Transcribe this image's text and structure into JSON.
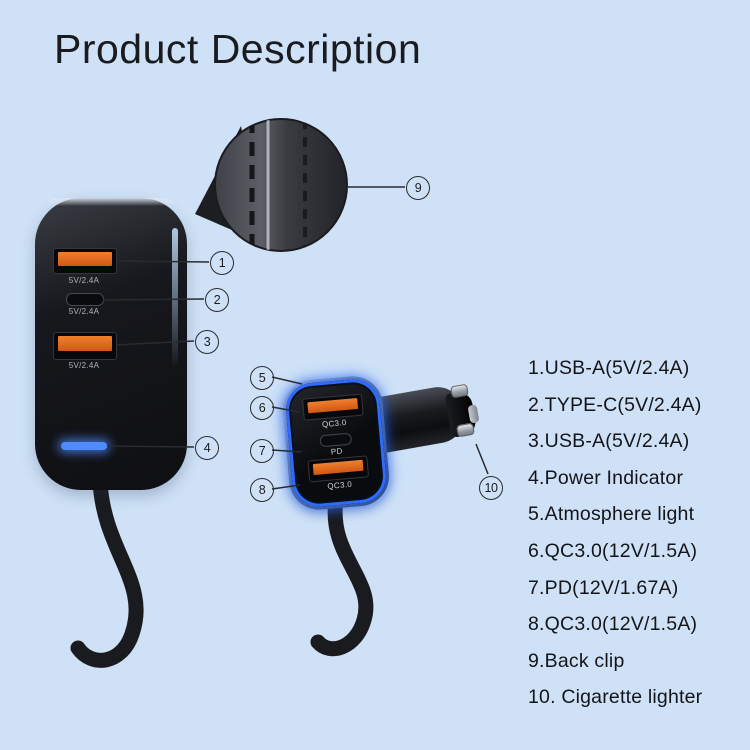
{
  "title": "Product Description",
  "rear_hub": {
    "ports": [
      {
        "type": "USB-A",
        "label": "5V/2.4A"
      },
      {
        "type": "Type-C",
        "label": "5V/2.4A"
      },
      {
        "type": "USB-A",
        "label": "5V/2.4A"
      }
    ]
  },
  "head": {
    "ports": [
      {
        "type": "USB-A",
        "label": "QC3.0"
      },
      {
        "type": "Type-C",
        "label": "PD"
      },
      {
        "type": "USB-A",
        "label": "QC3.0"
      }
    ]
  },
  "callouts": [
    "1",
    "2",
    "3",
    "4",
    "5",
    "6",
    "7",
    "8",
    "9",
    "10"
  ],
  "legend": [
    "1.USB-A(5V/2.4A)",
    "2.TYPE-C(5V/2.4A)",
    "3.USB-A(5V/2.4A)",
    "4.Power Indicator",
    "5.Atmosphere light",
    "6.QC3.0(12V/1.5A)",
    "7.PD(12V/1.67A)",
    "8.QC3.0(12V/1.5A)",
    "9.Back clip",
    "10. Cigarette lighter"
  ],
  "colors": {
    "background": "#cee1f6",
    "atmosphere_blue": "#2e6bff",
    "port_orange": "#ec6f1f",
    "indicator_blue": "#4f8bff"
  }
}
